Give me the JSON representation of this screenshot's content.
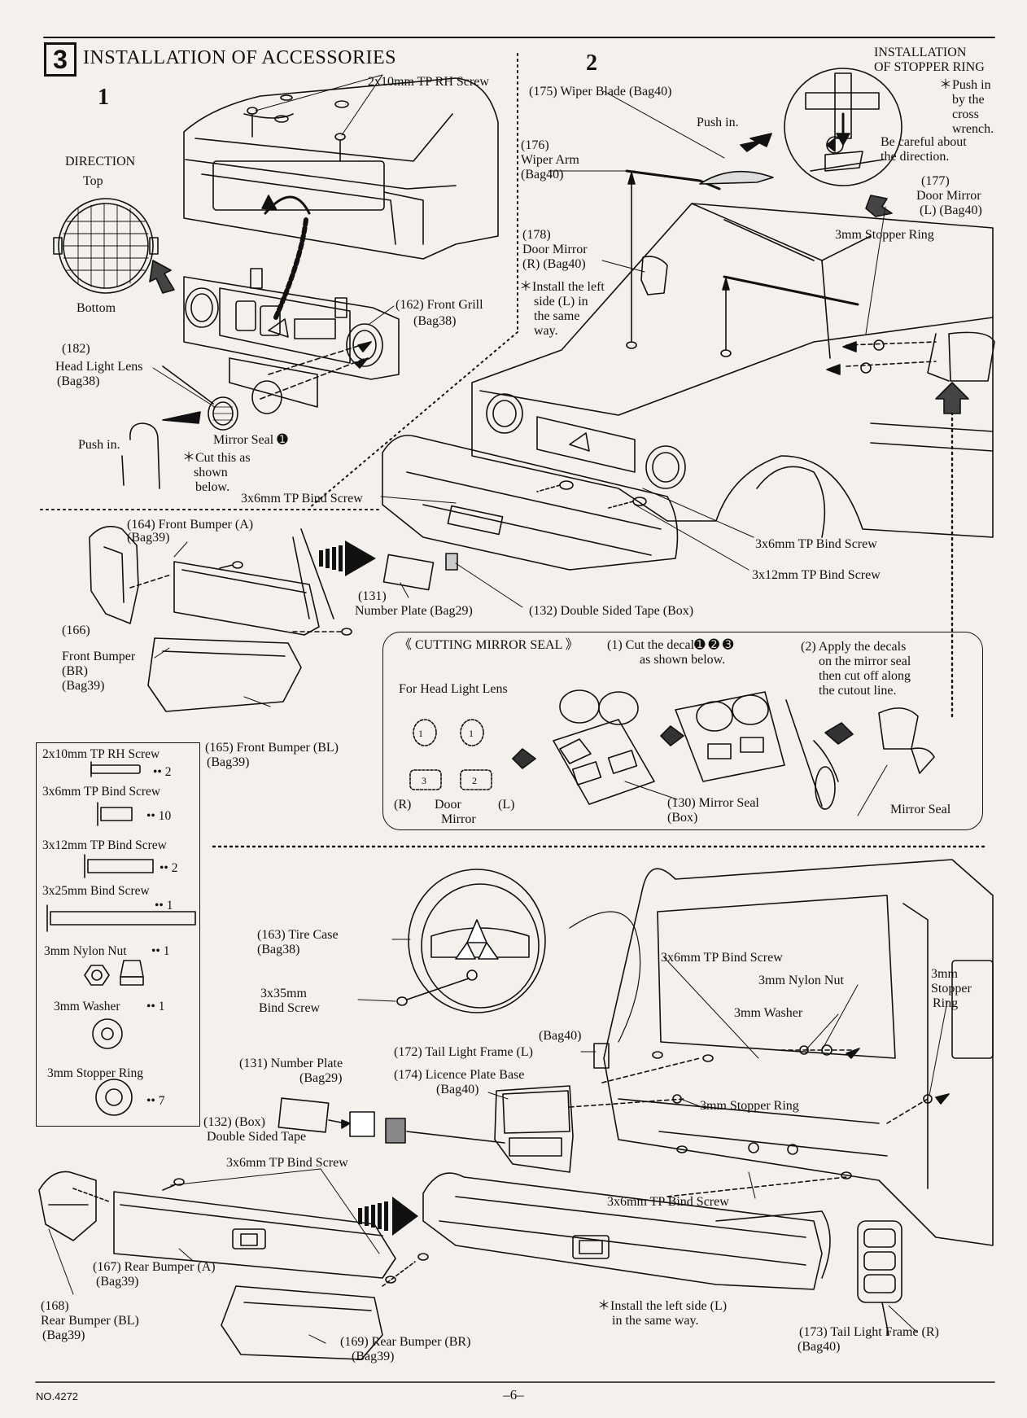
{
  "header": {
    "step_number": "3",
    "title": "INSTALLATION OF ACCESSORIES",
    "sub1": "1",
    "sub2": "2"
  },
  "labels": {
    "screw_rh_2x10": "2x10mm TP RH Screw",
    "direction": "DIRECTION",
    "top": "Top",
    "bottom": "Bottom",
    "front_grill": "(162)  Front Grill",
    "front_grill_bag": "(Bag38)",
    "head_light_num": "(182)",
    "head_light": "Head Light Lens",
    "head_light_bag": "(Bag38)",
    "push_in": "Push in.",
    "mirror_seal_1": "Mirror Seal ➊",
    "cut_this": "＊Cut this as",
    "cut_shown": "shown",
    "cut_below": "below.",
    "bind_3x6_a": "3x6mm TP Bind Screw",
    "front_bumper_a": "(164)  Front Bumper  (A)",
    "front_bumper_a_bag": "(Bag39)",
    "front_bumper_br_num": "(166)",
    "front_bumper_br_1": "Front Bumper",
    "front_bumper_br_2": "(BR)",
    "front_bumper_br_bag": "(Bag39)",
    "front_bumper_bl": "(165)  Front Bumper  (BL)",
    "front_bumper_bl_bag": "(Bag39)",
    "number_plate_num": "(131)",
    "number_plate": "Number Plate  (Bag29)",
    "double_tape": "(132)  Double Sided Tape  (Box)",
    "bind_3x6_b": "3x6mm TP Bind Screw",
    "bind_3x12": "3x12mm TP Bind Screw",
    "wiper_blade": "(175)  Wiper Blade  (Bag40)",
    "push_in_2": "Push in.",
    "wiper_arm_num": "(176)",
    "wiper_arm": "Wiper Arm",
    "wiper_arm_bag": "(Bag40)",
    "door_mirror_r_num": "(178)",
    "door_mirror_r": "Door Mirror",
    "door_mirror_r_bag": "(R)  (Bag40)",
    "install_left_1": "＊Install the left",
    "install_left_2": "side  (L)  in",
    "install_left_3": "the same",
    "install_left_4": "way.",
    "stopper_title_1": "INSTALLATION",
    "stopper_title_2": "OF STOPPER RING",
    "push_cross_1": "＊Push in",
    "push_cross_2": "by the",
    "push_cross_3": "cross",
    "push_cross_4": "wrench.",
    "careful_1": "Be careful about",
    "careful_2": "the direction.",
    "door_mirror_l_num": "(177)",
    "door_mirror_l": "Door Mirror",
    "door_mirror_l_bag": "(L)  (Bag40)",
    "stopper_ring_3mm": "3mm Stopper Ring"
  },
  "mirror_seal_panel": {
    "heading": "《 CUTTING MIRROR SEAL 》",
    "step1_a": "(1)  Cut the decal➊ ➋ ➌",
    "step1_b": "as shown below.",
    "step2_a": "(2)  Apply the decals",
    "step2_b": "on the mirror seal",
    "step2_c": "then cut off along",
    "step2_d": "the cutout line.",
    "for_head": "For Head Light Lens",
    "r": "(R)",
    "door": "Door",
    "l": "(L)",
    "mirror": "Mirror",
    "mirror_seal_num": "(130)  Mirror Seal",
    "mirror_seal_box": "(Box)",
    "mirror_seal_end": "Mirror Seal",
    "badge1": "1",
    "badge2": "2",
    "badge3": "3"
  },
  "screw_list": [
    {
      "name": "2x10mm TP RH Screw",
      "qty": "•• 2"
    },
    {
      "name": "3x6mm TP Bind Screw",
      "qty": "•• 10"
    },
    {
      "name": "3x12mm TP Bind Screw",
      "qty": "•• 2"
    },
    {
      "name": "3x25mm Bind Screw",
      "qty": "•• 1"
    },
    {
      "name": "3mm Nylon Nut",
      "qty": "•• 1"
    },
    {
      "name": "3mm Washer",
      "qty": "•• 1"
    },
    {
      "name": "3mm Stopper Ring",
      "qty": "•• 7"
    }
  ],
  "rear": {
    "tire_case": "(163)  Tire Case",
    "tire_case_bag": "(Bag38)",
    "bind_3x35_1": "3x35mm",
    "bind_3x35_2": "Bind Screw",
    "bind_3x6_c": "3x6mm TP Bind Screw",
    "nylon_nut": "3mm Nylon Nut",
    "washer": "3mm Washer",
    "stopper_1": "3mm",
    "stopper_2": "Stopper",
    "stopper_3": "Ring",
    "bag40": "(Bag40)",
    "tail_light_l": "(172)  Tail Light Frame  (L)",
    "licence": "(174)  Licence Plate Base",
    "licence_bag": "(Bag40)",
    "stopper_ring_b": "3mm Stopper Ring",
    "number_plate": "(131)  Number Plate",
    "number_plate_bag": "(Bag29)",
    "tape_num": "(132) (Box)",
    "tape": "Double Sided Tape",
    "bind_3x6_d": "3x6mm TP Bind Screw",
    "bind_3x6_e": "3x6mm TP Bind Screw",
    "rear_bumper_a": "(167)  Rear Bumper  (A)",
    "rear_bumper_a_bag": "(Bag39)",
    "rear_bumper_bl_num": "(168)",
    "rear_bumper_bl": "Rear Bumper  (BL)",
    "rear_bumper_bl_bag": "(Bag39)",
    "rear_bumper_br": "(169)  Rear Bumper  (BR)",
    "rear_bumper_br_bag": "(Bag39)",
    "install_left_1": "＊Install the left side  (L)",
    "install_left_2": "in the same way.",
    "tail_light_r": "(173)  Tail Light Frame  (R)",
    "tail_light_r_bag": "(Bag40)"
  },
  "footer": {
    "model_no": "NO.4272",
    "page": "–6–"
  }
}
